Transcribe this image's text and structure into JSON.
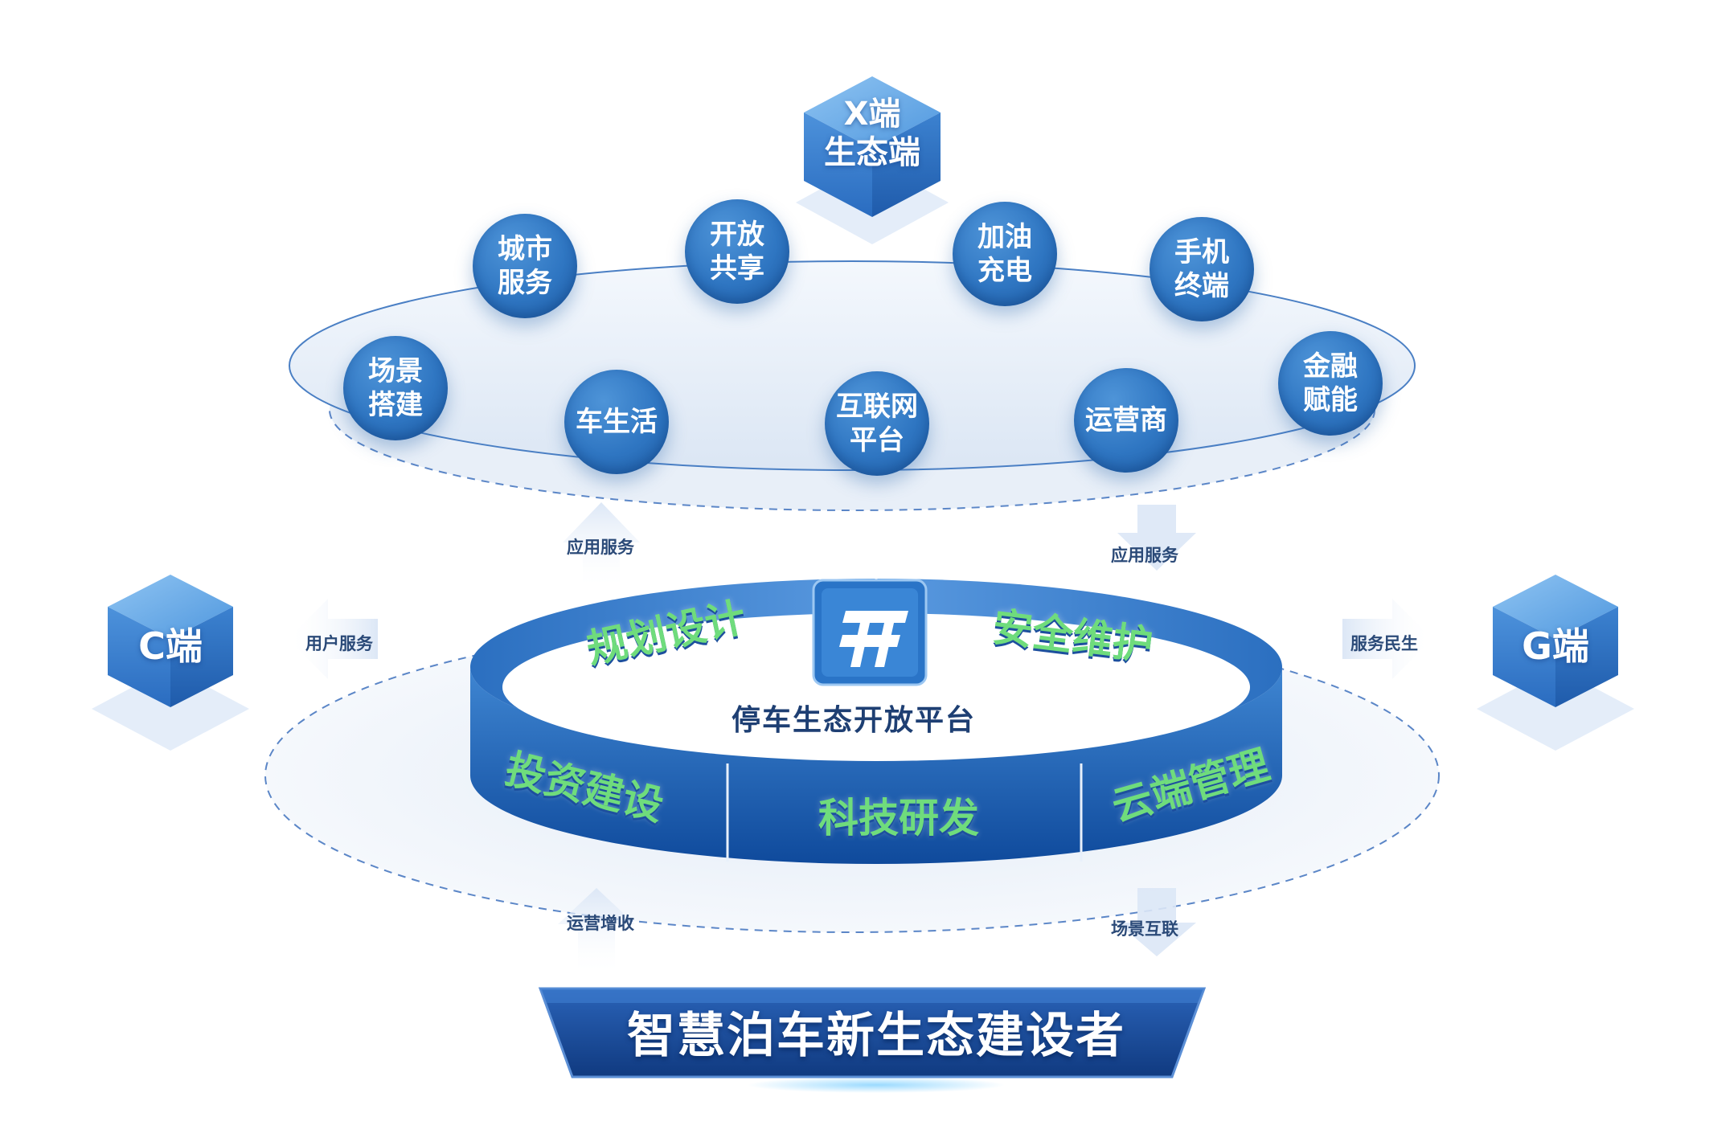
{
  "x_end": {
    "line1": "X端",
    "line2": "生态端"
  },
  "c_end": {
    "label": "C端"
  },
  "g_end": {
    "label": "G端"
  },
  "ecosystem_nodes": [
    {
      "line1": "城市",
      "line2": "服务"
    },
    {
      "line1": "开放",
      "line2": "共享"
    },
    {
      "line1": "加油",
      "line2": "充电"
    },
    {
      "line1": "手机",
      "line2": "终端"
    },
    {
      "line1": "场景",
      "line2": "搭建"
    },
    {
      "line1": "车生活",
      "line2": ""
    },
    {
      "line1": "互联网",
      "line2": "平台"
    },
    {
      "line1": "运营商",
      "line2": ""
    },
    {
      "line1": "金融",
      "line2": "赋能"
    }
  ],
  "flows": {
    "up_left": "应用服务",
    "down_right": "应用服务",
    "left": "用户服务",
    "right": "服务民生",
    "bottom_left": "运营增收",
    "bottom_right": "场景互联"
  },
  "platform": {
    "title": "停车生态开放平台",
    "segments": [
      "规划设计",
      "安全维护",
      "投资建设",
      "科技研发",
      "云端管理"
    ]
  },
  "banner": {
    "title": "智慧泊车新生态建设者"
  },
  "colors": {
    "node_blue": "#2f76c2",
    "ring_blue": "#1d5eb0",
    "segment_green": "#6fdc7c",
    "banner_navy": "#15408a"
  }
}
